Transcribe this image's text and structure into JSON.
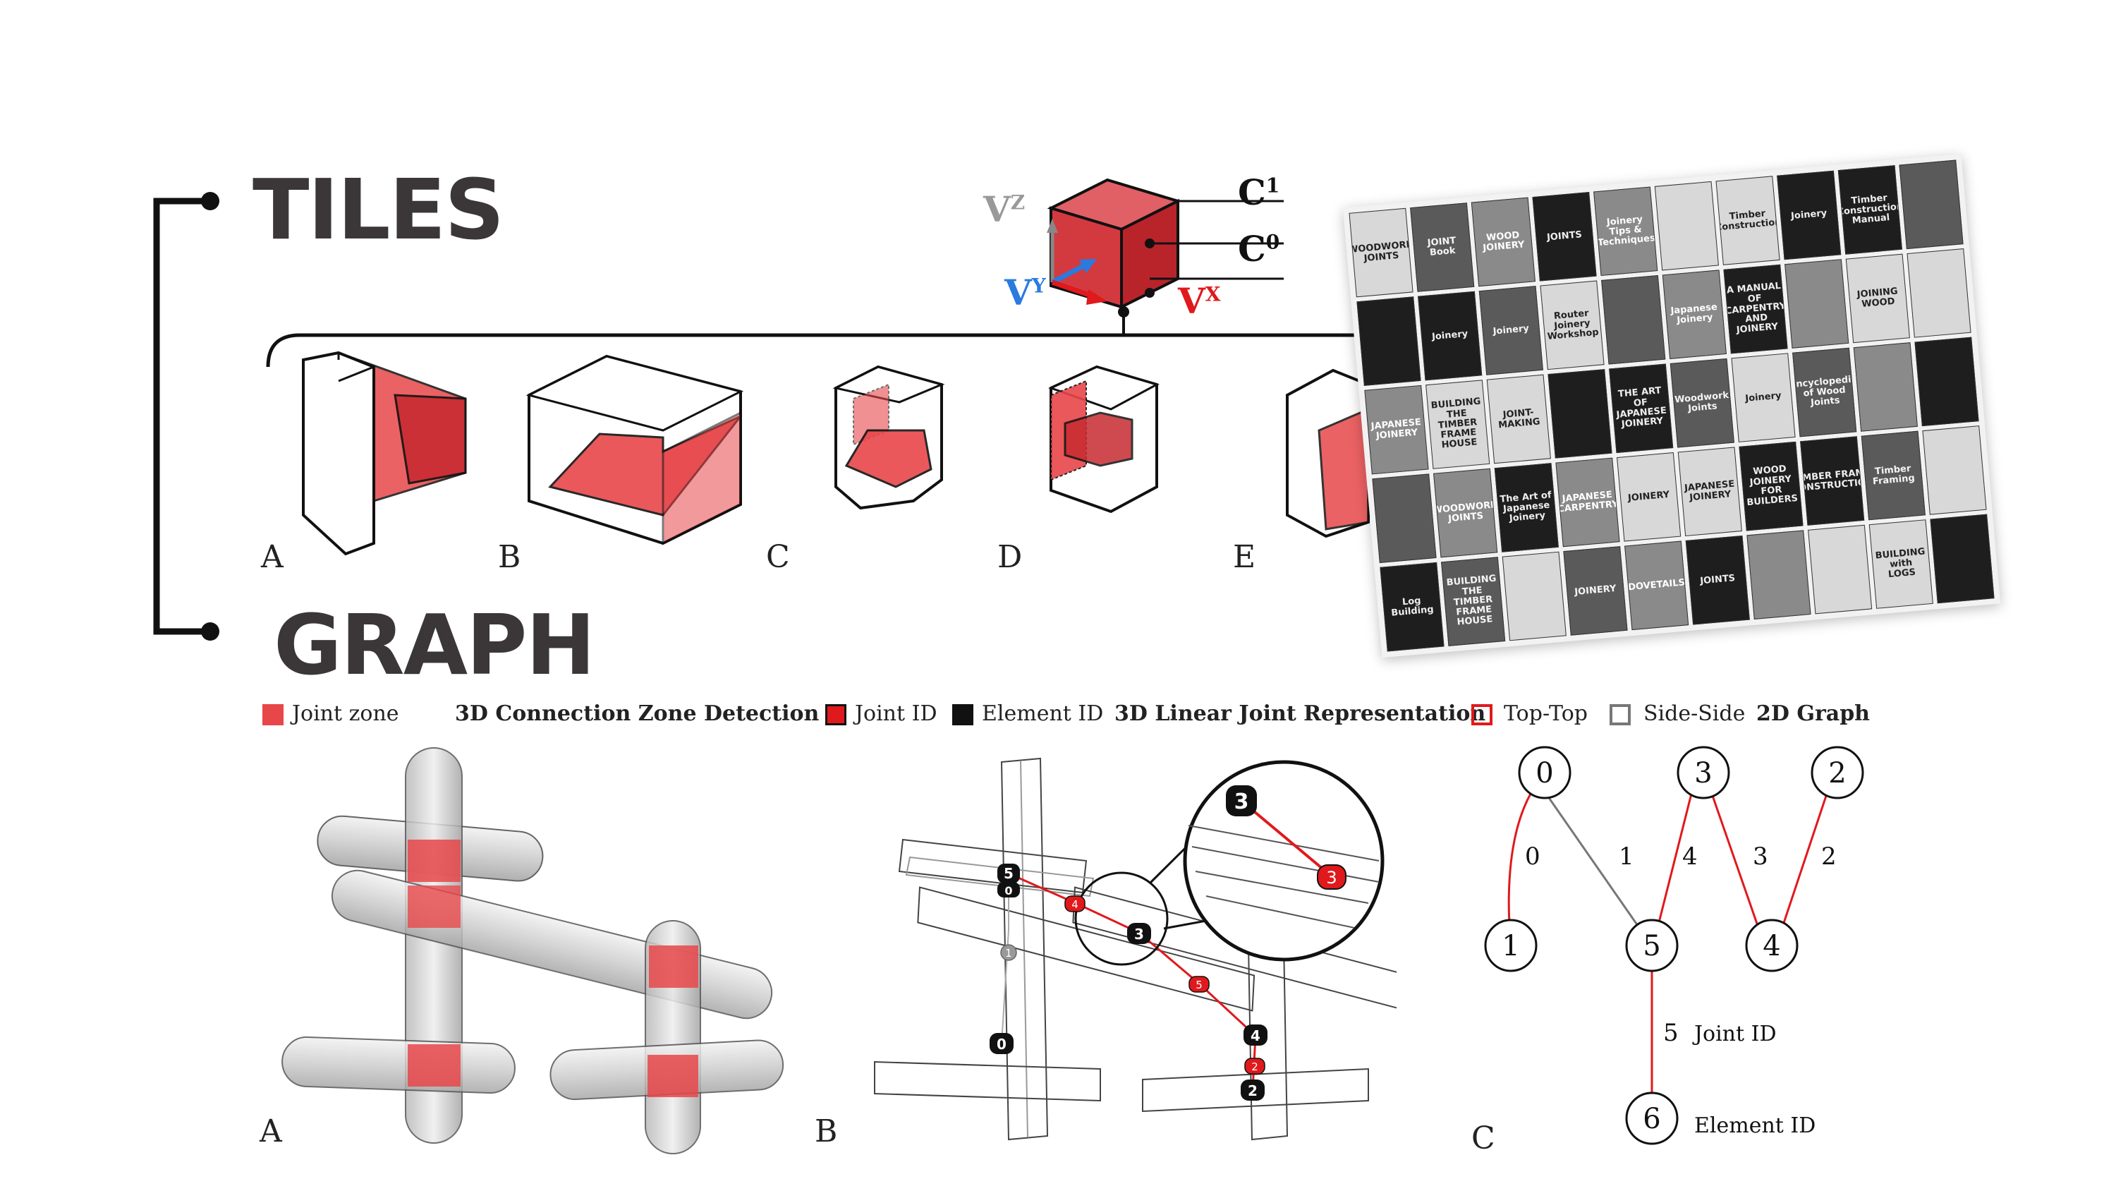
{
  "headings": {
    "tiles": "TILES",
    "graph": "GRAPH"
  },
  "tiles_panel": {
    "letters": [
      "A",
      "B",
      "C",
      "D",
      "E"
    ],
    "vectors": {
      "vz": "V",
      "vz_sup": "Z",
      "vy": "V",
      "vy_sup": "Y",
      "vx": "V",
      "vx_sup": "X"
    },
    "contacts": {
      "c1": "C",
      "c1_sup": "1",
      "c0": "C",
      "c0_sup": "0"
    }
  },
  "books": [
    "WOODWORK JOINTS",
    "JOINT Book",
    "WOOD JOINERY",
    "JOINTS",
    "Joinery Tips & Techniques",
    "",
    "Timber Construction",
    "Joinery",
    "Timber Construction Manual",
    "",
    "",
    "Joinery",
    "Joinery",
    "Router Joinery Workshop",
    "",
    "Japanese Joinery",
    "A MANUAL OF CARPENTRY AND JOINERY",
    "",
    "JOINING WOOD",
    "",
    "JAPANESE JOINERY",
    "BUILDING THE TIMBER FRAME HOUSE",
    "JOINT-MAKING",
    "",
    "THE ART OF JAPANESE JOINERY",
    "Woodwork Joints",
    "Joinery",
    "Encyclopedia of Wood Joints",
    "",
    "",
    "",
    "WOODWORK JOINTS",
    "The Art of Japanese Joinery",
    "JAPANESE CARPENTRY",
    "JOINERY",
    "JAPANESE JOINERY",
    "WOOD JOINERY FOR BUILDERS",
    "TIMBER FRAME CONSTRUCTION",
    "Timber Framing",
    "",
    "Log Building",
    "BUILDING THE TIMBER FRAME HOUSE",
    "",
    "JOINERY",
    "DOVETAILS",
    "JOINTS",
    "",
    "",
    "BUILDING with LOGS",
    ""
  ],
  "legend": {
    "joint_zone": "Joint zone",
    "title_a": "3D Connection Zone Detection",
    "joint_id": "Joint ID",
    "element_id": "Element ID",
    "title_b": "3D Linear Joint Representation",
    "top_top": "Top-Top",
    "side_side": "Side-Side",
    "title_c": "2D Graph"
  },
  "colors": {
    "red": "#e0191c",
    "joint_zone": "#e8474a",
    "dark": "#3b3738",
    "grey": "#777777"
  },
  "graph_panel": {
    "letters": [
      "A",
      "B",
      "C"
    ],
    "markers_black": [
      "5",
      "0",
      "3",
      "4",
      "0",
      "2"
    ],
    "markers_red": [
      "4",
      "5",
      "2"
    ],
    "markers_grey": [
      "1"
    ],
    "zoom_black": "3",
    "zoom_red": "3",
    "nodes": [
      "0",
      "3",
      "2",
      "1",
      "5",
      "4",
      "6"
    ],
    "edges": [
      {
        "from": "0",
        "to": "1",
        "label": "0",
        "type": "top-top"
      },
      {
        "from": "0",
        "to": "5",
        "label": "1",
        "type": "side-side"
      },
      {
        "from": "3",
        "to": "5",
        "label": "4",
        "type": "top-top"
      },
      {
        "from": "3",
        "to": "4",
        "label": "3",
        "type": "top-top"
      },
      {
        "from": "2",
        "to": "4",
        "label": "2",
        "type": "top-top"
      },
      {
        "from": "5",
        "to": "6",
        "label": "5",
        "type": "top-top"
      }
    ],
    "annotation_joint_id": "Joint ID",
    "annotation_element_id": "Element ID"
  }
}
